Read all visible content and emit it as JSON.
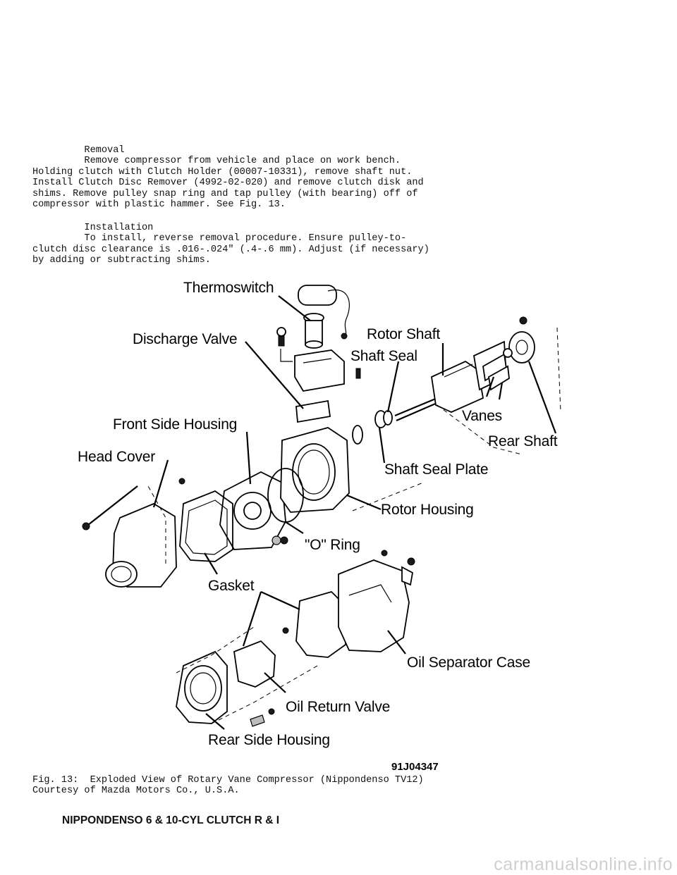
{
  "removal": {
    "lines": [
      "         Removal",
      "         Remove compressor from vehicle and place on work bench.",
      "Holding clutch with Clutch Holder (00007-10331), remove shaft nut.",
      "Install Clutch Disc Remover (4992-02-020) and remove clutch disk and",
      "shims. Remove pulley snap ring and tap pulley (with bearing) off of",
      "compressor with plastic hammer. See Fig. 13."
    ]
  },
  "installation": {
    "lines": [
      "         Installation",
      "         To install, reverse removal procedure. Ensure pulley-to-",
      "clutch disc clearance is .016-.024\" (.4-.6 mm). Adjust (if necessary)",
      "by adding or subtracting shims."
    ]
  },
  "figure": {
    "labels": {
      "thermoswitch": "Thermoswitch",
      "discharge_valve": "Discharge Valve",
      "rotor_shaft": "Rotor Shaft",
      "shaft_seal": "Shaft Seal",
      "front_side_housing": "Front Side Housing",
      "vanes": "Vanes",
      "rear_shaft": "Rear Shaft",
      "head_cover": "Head Cover",
      "shaft_seal_plate": "Shaft Seal Plate",
      "rotor_housing": "Rotor Housing",
      "o_ring": "\"O\" Ring",
      "gasket": "Gasket",
      "oil_separator_case": "Oil Separator Case",
      "oil_return_valve": "Oil Return Valve",
      "rear_side_housing": "Rear Side Housing"
    },
    "figure_id": "91J04347"
  },
  "caption": {
    "lines": [
      "Fig. 13:  Exploded View of Rotary Vane Compressor (Nippondenso TV12)",
      "Courtesy of Mazda Motors Co., U.S.A."
    ]
  },
  "section_title": "NIPPONDENSO 6 & 10-CYL CLUTCH R & I",
  "watermark": "carmanualsonline.info"
}
